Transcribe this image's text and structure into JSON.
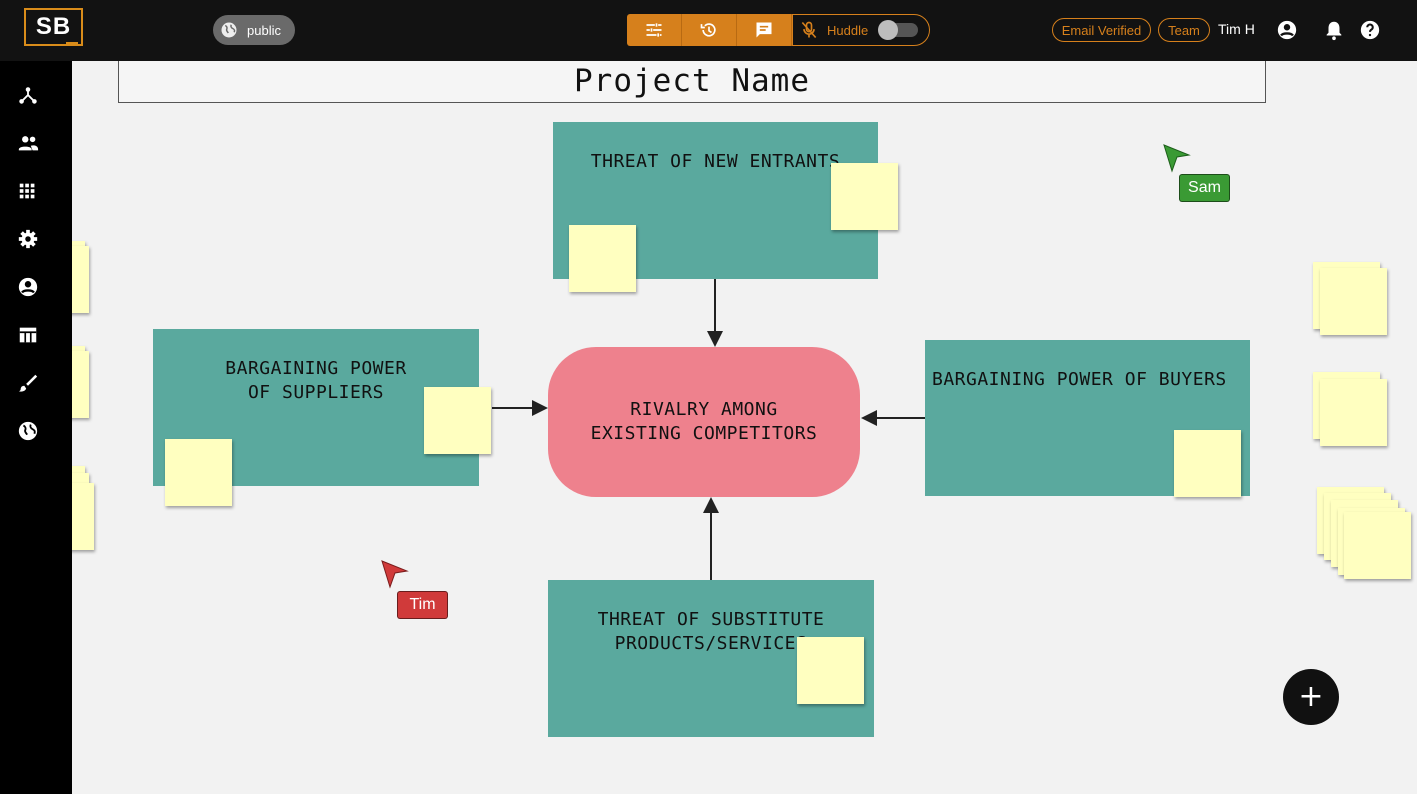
{
  "topbar": {
    "logo": "SB",
    "visibility": "public",
    "huddle_label": "Huddle",
    "huddle_on": false,
    "chips": [
      "Email Verified",
      "Team"
    ],
    "username": "Tim H",
    "icons": [
      "settings-sliders-icon",
      "history-icon",
      "chat-icon",
      "mic-off-icon",
      "account-circle-icon",
      "bell-icon",
      "help-icon"
    ]
  },
  "sidebar": {
    "icons": [
      "hub-icon",
      "people-icon",
      "apps-grid-icon",
      "gear-icon",
      "account-icon",
      "table-icon",
      "brush-icon",
      "globe-icon"
    ]
  },
  "board": {
    "title": "Project Name",
    "center": "RIVALRY AMONG\nEXISTING COMPETITORS",
    "forces": {
      "top": "THREAT OF NEW ENTRANTS",
      "left": "BARGAINING POWER\nOF SUPPLIERS",
      "right": "BARGAINING POWER OF BUYERS",
      "bottom": "THREAT OF SUBSTITUTE\n PRODUCTS/SERVICES"
    },
    "cursors": [
      {
        "name": "Sam",
        "color": "#3a9a34"
      },
      {
        "name": "Tim",
        "color": "#d03a3a"
      }
    ]
  },
  "colors": {
    "accent": "#d6801c",
    "force_box": "#5aa99e",
    "rivalry": "#ee818d",
    "sticky": "#ffffc0"
  },
  "fab_label": "+"
}
